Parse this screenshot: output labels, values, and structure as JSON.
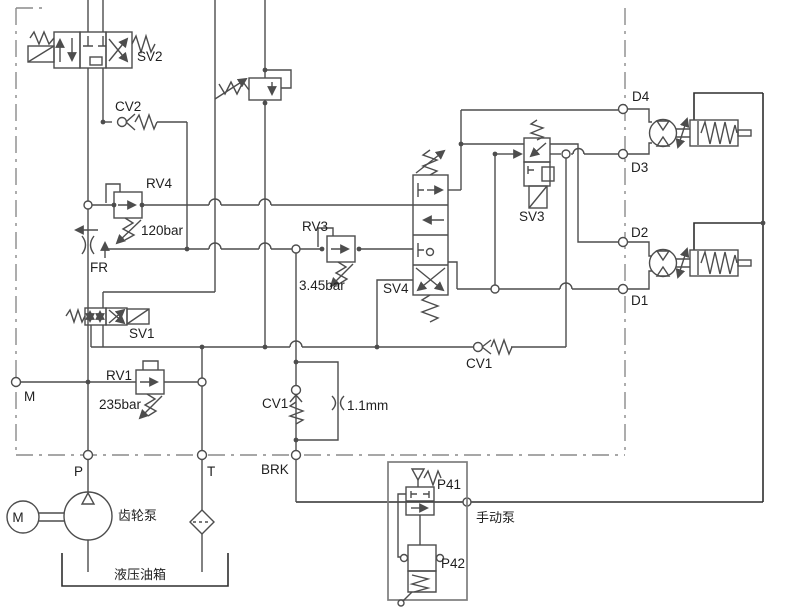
{
  "diagram_title": "hydraulic circuit schematic",
  "colors": {
    "line": "#4d4d4d",
    "dark": "#2e2e2e",
    "boundary": "#8a8a8a",
    "background": "#ffffff",
    "text": "#1f1f1f"
  },
  "labels": {
    "sv2": "SV2",
    "cv2": "CV2",
    "rv4": "RV4",
    "rv4_pressure": "120bar",
    "fr": "FR",
    "sv1": "SV1",
    "rv1": "RV1",
    "rv1_pressure": "235bar",
    "m_port": "M",
    "motor_letter": "M",
    "p_port": "P",
    "t_port": "T",
    "brk_port": "BRK",
    "cv1_left": "CV1",
    "orifice_size": "1.1mm",
    "cv1_right": "CV1",
    "rv3": "RV3",
    "rv3_pressure": "3.45bar",
    "sv4": "SV4",
    "sv3": "SV3",
    "d1": "D1",
    "d2": "D2",
    "d3": "D3",
    "d4": "D4",
    "p41": "P41",
    "p42": "P42",
    "manual_pump": "手动泵",
    "gear_pump": "齿轮泵",
    "tank": "液压油箱"
  }
}
